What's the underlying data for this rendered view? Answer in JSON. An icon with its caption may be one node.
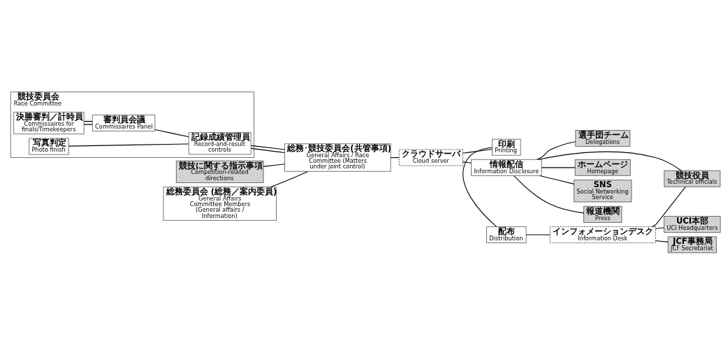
{
  "diagram": {
    "nodes": [
      {
        "text": [
          "競技委員会",
          "Race Committee"
        ]
      },
      {
        "text": [
          "決勝審判／計時員",
          "Commissaires for finals/Timekeepers"
        ],
        "in": 0
      },
      {
        "text": [
          "写真判定",
          "Photo finish"
        ],
        "in": 0
      },
      {
        "text": [
          "審判員会議",
          "Commissaires Panel"
        ],
        "in": 0
      },
      {
        "text": [
          "記録成績管理員",
          "Record-and-result controls"
        ],
        "in": 0
      },
      {
        "text": [
          "競技に関する指示事項",
          "Competition-related directions"
        ]
      },
      {
        "text": [
          "総務委員会 (総務／案内委員)",
          "General Affairs Committee Members (General affairs / Information)"
        ]
      },
      {
        "text": [
          "総務･競技委員会(共管事項)",
          "General Affairs / Race Committee (Matters under joint control)"
        ]
      },
      {
        "text": [
          "クラウドサーバ",
          "Cloud server"
        ]
      },
      {
        "text": [
          "印刷",
          "Printing"
        ]
      },
      {
        "text": [
          "配布",
          "Distribution"
        ]
      },
      {
        "text": [
          "インフォメーションデスク",
          "Information Desk"
        ]
      },
      {
        "text": [
          "情報配信",
          "Information Disclosure"
        ]
      },
      {
        "text": [
          "UCI本部",
          "UCI Headquarters"
        ]
      },
      {
        "text": [
          "JCF事務局",
          "JCF Secretariat"
        ]
      },
      {
        "text": [
          "選手団チーム",
          "Delegations"
        ]
      },
      {
        "text": [
          "競技役員",
          "Technical officials"
        ]
      },
      {
        "text": [
          "ホームページ",
          "Homepage"
        ]
      },
      {
        "text": [
          "SNS",
          "Social Networking Service"
        ]
      },
      {
        "text": [
          "報道機関",
          "Press"
        ]
      }
    ],
    "edges": [
      {
        "from": 1,
        "to": 3,
        "arrow": "none"
      },
      {
        "from": 1,
        "to": 3,
        "arrow": "none"
      },
      {
        "from": 2,
        "to": 4,
        "arrow": "none"
      },
      {
        "from": 3,
        "to": 4,
        "arrow": "none"
      },
      {
        "from": 4,
        "to": 7,
        "arrow": "none"
      },
      {
        "from": 4,
        "to": 7,
        "arrow": "none"
      },
      {
        "from": 5,
        "to": 7,
        "arrow": "none"
      },
      {
        "from": 6,
        "to": 7,
        "arrow": "none"
      },
      {
        "from": 7,
        "to": 8,
        "arrow": "none"
      },
      {
        "from": 8,
        "to": 9,
        "arrow": "none"
      },
      {
        "from": 8,
        "to": 12,
        "arrow": "none"
      },
      {
        "from": 9,
        "to": 10,
        "arrow": "none"
      },
      {
        "from": 10,
        "to": 11,
        "arrow": "none"
      },
      {
        "from": 11,
        "to": 13,
        "arrow": "none"
      },
      {
        "from": 11,
        "to": 14,
        "arrow": "none"
      },
      {
        "from": 11,
        "to": 16,
        "arrow": "none"
      },
      {
        "from": 12,
        "to": 15,
        "arrow": "none"
      },
      {
        "from": 12,
        "to": 16,
        "arrow": "none"
      },
      {
        "from": 12,
        "to": 17,
        "arrow": "none"
      },
      {
        "from": 12,
        "to": 18,
        "arrow": "none"
      },
      {
        "from": 12,
        "to": 19,
        "arrow": "none"
      }
    ]
  }
}
